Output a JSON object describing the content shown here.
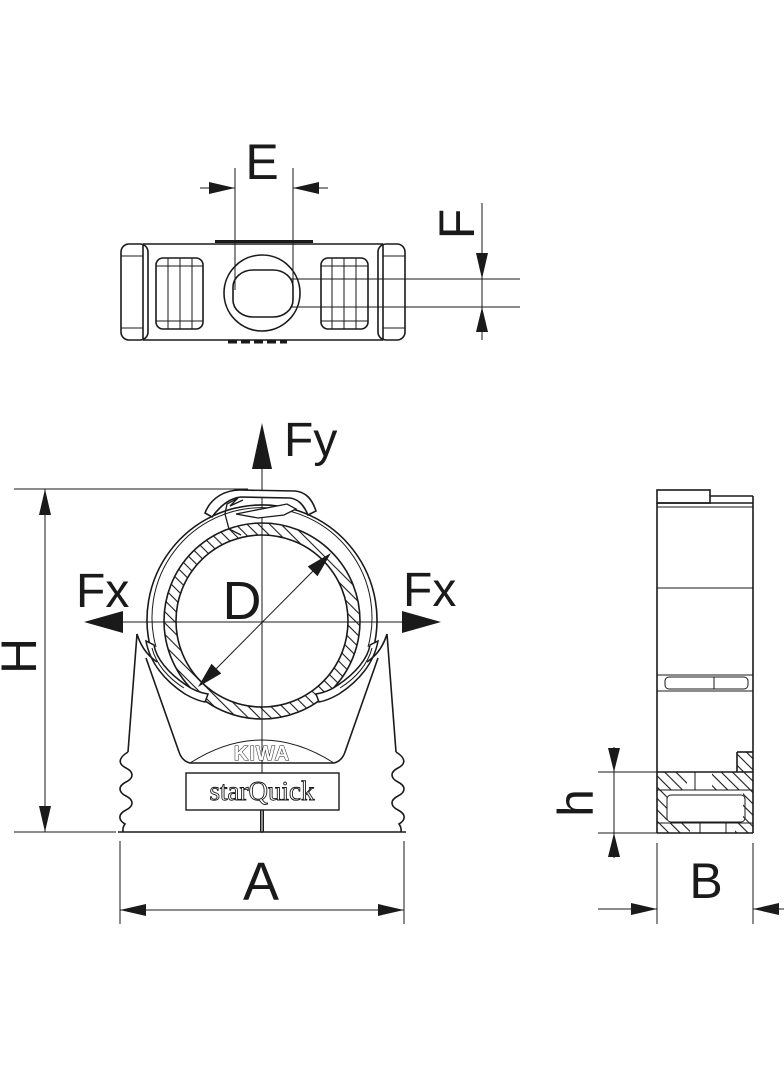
{
  "drawing": {
    "title": "starQuick pipe clamp technical drawing",
    "labels": {
      "E": "E",
      "F": "F",
      "Fy": "Fy",
      "Fx_left": "Fx",
      "Fx_right": "Fx",
      "D": "D",
      "H": "H",
      "A": "A",
      "h": "h",
      "B": "B"
    },
    "logos": {
      "kiwa": "KIWA",
      "starquick": "starQuick"
    },
    "colors": {
      "line": "#1a1a1a",
      "background": "#ffffff"
    }
  }
}
